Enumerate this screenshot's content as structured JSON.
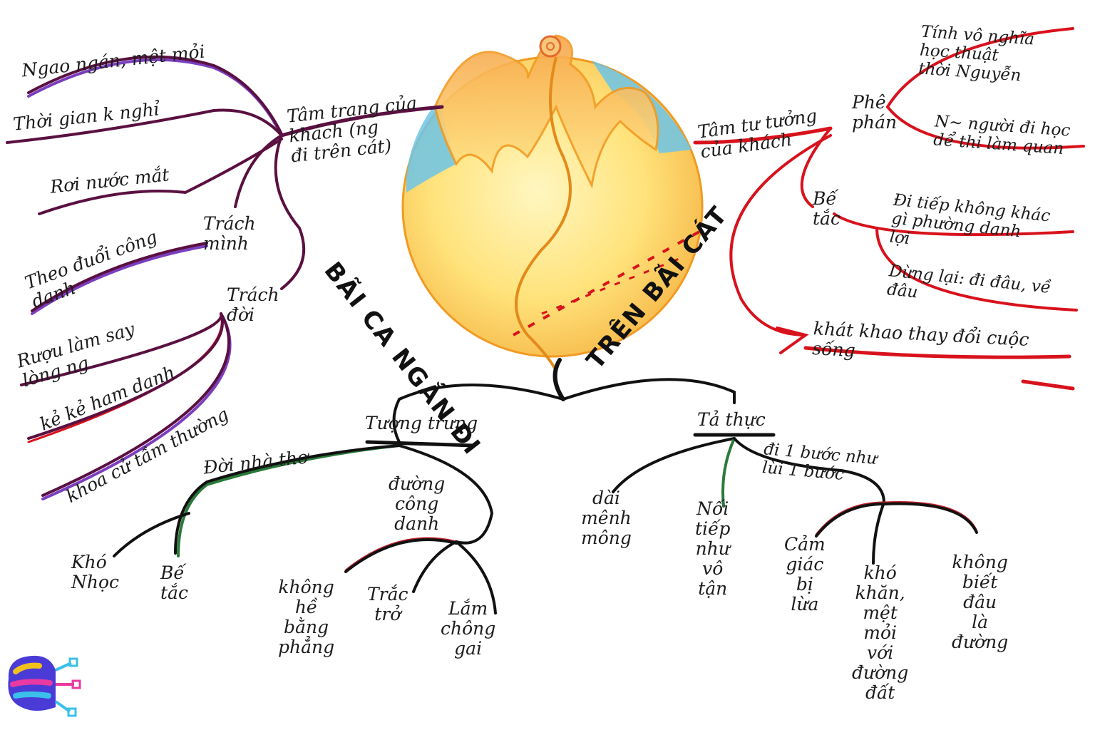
{
  "title": {
    "part1": "BÃI CA NGẮN ĐI",
    "part2": "TRÊN BÃI CÁT"
  },
  "left": {
    "main": "Tâm trạng của\nkhách (ng\nđi trên cát)",
    "items": [
      "Ngao ngán, mệt mỏi",
      "Thời gian k nghỉ",
      "Rơi nước mắt"
    ],
    "trach_minh": {
      "label": "Trách\nmình",
      "items": [
        "Theo đuổi công\ndanh"
      ]
    },
    "trach_doi": {
      "label": "Trách\nđời",
      "items": [
        "Rượu làm say\nlòng ng",
        "kẻ kẻ ham danh",
        "khoa cử tầm thường"
      ]
    }
  },
  "right": {
    "main": "Tâm tư tưởng\ncủa khách",
    "phe_phan": {
      "label": "Phê\nphán",
      "items": [
        "Tính vô nghĩa\nhọc thuật\nthời Nguyễn",
        "N~ người đi học\ndể thi làm quan"
      ]
    },
    "be_tac": {
      "label": "Bế\ntắc",
      "items": [
        "Đi tiếp không khác\ngì phường danh\nlợi",
        "Dừng lại: đi đâu, về\nđâu"
      ]
    },
    "khat_khao": "khát khao thay đổi cuộc\nsống"
  },
  "bottom_left": {
    "label": "Tượng trưng",
    "doi_nha_tho": {
      "label": "Đời nhà thơ",
      "items": [
        "Khó\nNhọc",
        "Bế\ntắc"
      ]
    },
    "duong_cong_danh": {
      "label": "đường\ncông\ndanh",
      "items": [
        "không\nhề\nbằng\nphẳng",
        "Trắc\ntrở",
        "Lắm\nchông\ngai"
      ]
    }
  },
  "bottom_right": {
    "label": "Tả thực",
    "items": [
      "dài\nmênh\nmông",
      "Nối\ntiếp\nnhư\nvô\ntận"
    ],
    "di_1_buoc": {
      "label": "đi 1 bước như\nlùi 1 bước",
      "items": [
        "Cảm\ngiác\nbị\nlừa",
        "khó\nkhăn,\nmệt\nmỏi\nvới\nđường\nđất",
        "không\nbiết\nđâu\nlà\nđường"
      ]
    }
  },
  "colors": {
    "left_branch": "#5a1040",
    "left_accent": "#7a3fbf",
    "right_branch": "#d8121c",
    "bottom_branch": "#111111",
    "bottom_accent": "#c0202a",
    "sun_fill": "#ffe27a",
    "sun_stroke": "#f29a22",
    "sky": "#6cc4e8"
  },
  "logo_icon": "brain-circuit-logo-icon"
}
